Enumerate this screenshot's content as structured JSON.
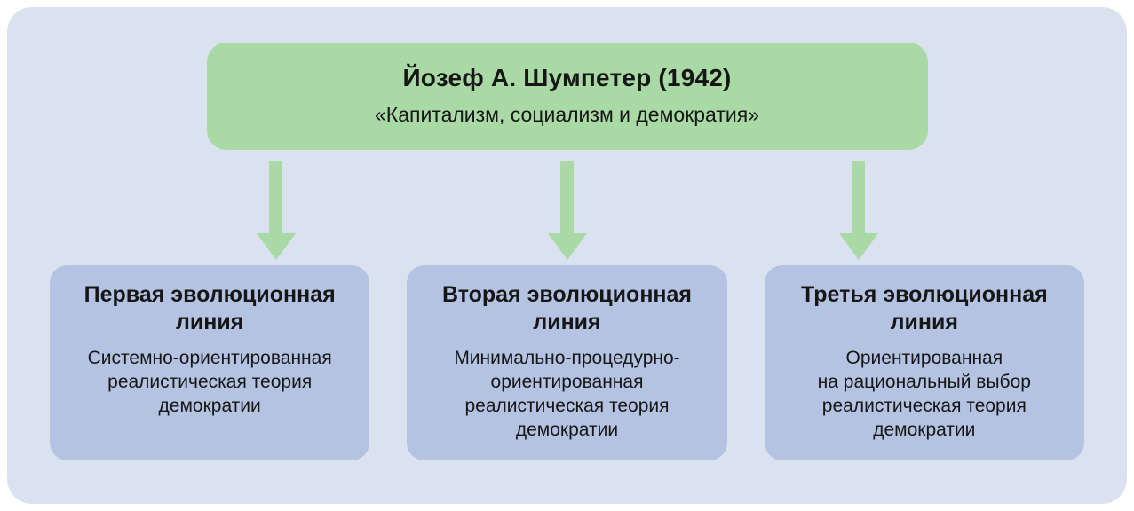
{
  "header": {
    "title": "Йозеф А. Шумпетер (1942)",
    "subtitle": "«Капитализм, социализм и демократия»"
  },
  "branches": [
    {
      "title": "Первая эволюционная\nлиния",
      "body": "Системно-ориентированная\nреалистическая теория\nдемократии"
    },
    {
      "title": "Вторая эволюционная\nлиния",
      "body": "Минимально-процедурно-\nориентированная\nреалистическая теория\nдемократии"
    },
    {
      "title": "Третья эволюционная\nлиния",
      "body": "Ориентированная\nна рациональный выбор\nреалистическая теория\nдемократии"
    }
  ],
  "icons": {
    "arrow": "down-arrow-icon"
  },
  "colors": {
    "page-bg": "#ffffff",
    "panel-bg": "#dbe2ef",
    "header-bg": "#a9d9a4",
    "arrow-color": "#a9d9a4",
    "card-bg": "#b5c3e2",
    "text-color": "#161616"
  }
}
